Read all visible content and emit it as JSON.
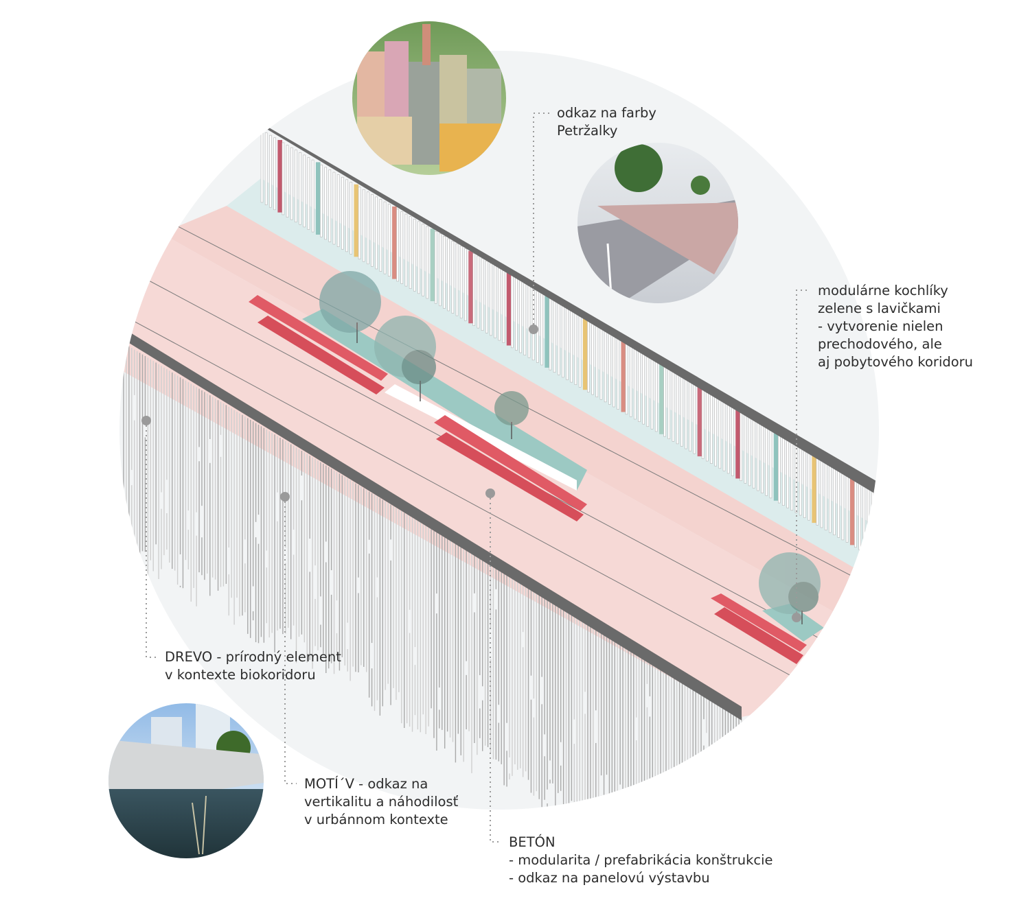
{
  "colors": {
    "background_circle": "#f2f4f5",
    "bike_lane": "#f6d9d6",
    "walk_lane": "#dcecec",
    "planter": "#9cc9c3",
    "bench": "#e05a65",
    "beam": "#6a6a6a",
    "rail_bar": "#dcdcdc",
    "leader": "#9a9a9a"
  },
  "rail_accent_colors": [
    "#c25a6e",
    "#8fc3bd",
    "#e8c474",
    "#d98d82",
    "#a8cfc2",
    "#c96a7b"
  ],
  "labels": {
    "colors_ref": [
      "odkaz na farby",
      "Petržalky"
    ],
    "planters": [
      "modulárne kochlíky",
      "zelene s lavičkami",
      "- vytvorenie nielen",
      "prechodového, ale",
      "aj pobytového koridoru"
    ],
    "wood": [
      "DREVO - prírodný element",
      "v kontexte biokoridoru"
    ],
    "motif": [
      "MOTÍ´V - odkaz na",
      "vertikalitu a náhodilosť",
      "v urbánnom kontexte"
    ],
    "concrete": [
      "BETÓN",
      "- modularita / prefabrikácia konštrukcie",
      "- odkaz na panelovú výstavbu"
    ]
  },
  "icons": {
    "photo_top": "panel-housing-photo-icon",
    "photo_right": "bridge-railing-photo-icon",
    "photo_bottom": "bridge-river-photo-icon"
  }
}
